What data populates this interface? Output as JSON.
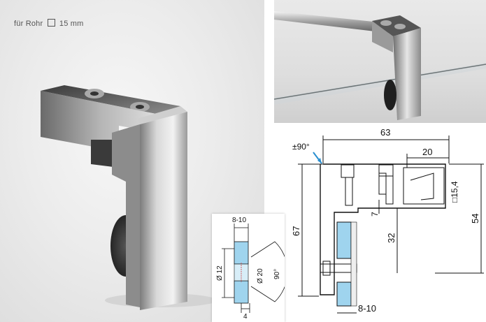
{
  "caption": {
    "prefix": "für Rohr",
    "suffix": "15 mm"
  },
  "drawing": {
    "dim_width": "63",
    "dim_top_right": "20",
    "dim_angle": "±90°",
    "dim_tube": "□15,4",
    "dim_height": "67",
    "dim_right_height": "54",
    "dim_small": "7",
    "dim_mid": "32",
    "dim_glass": "8-10"
  },
  "inset": {
    "dim_top": "8-10",
    "dim_left": "Ø 12",
    "dim_center": "Ø 20",
    "dim_angle": "90°",
    "dim_bottom": "4"
  }
}
